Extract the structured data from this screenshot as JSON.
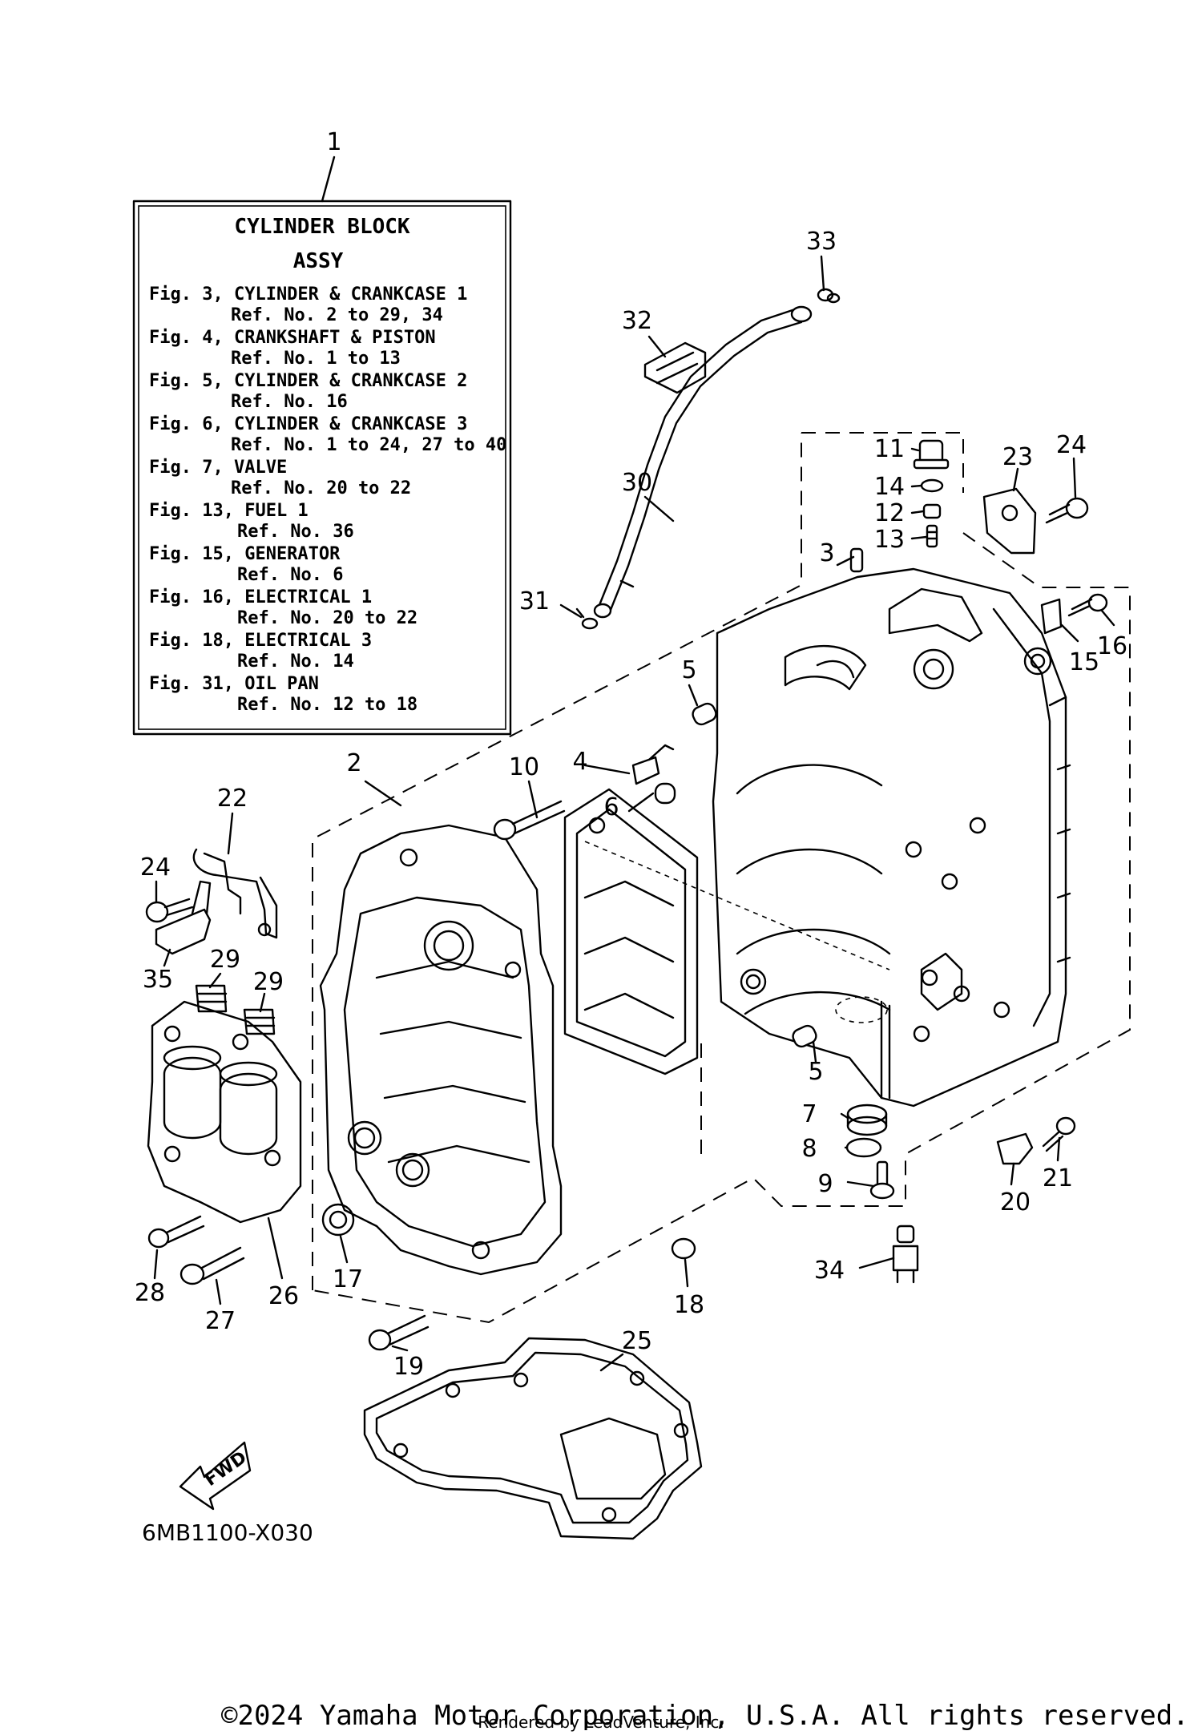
{
  "legend": {
    "title_line1": "CYLINDER BLOCK",
    "title_line2": "ASSY",
    "lines": [
      "Fig. 3, CYLINDER & CRANKCASE 1",
      "Ref. No. 2 to 29, 34",
      "Fig. 4, CRANKSHAFT & PISTON",
      "Ref. No. 1 to 13",
      "Fig. 5, CYLINDER & CRANKCASE 2",
      "Ref. No. 16",
      "Fig. 6, CYLINDER & CRANKCASE 3",
      "Ref. No. 1 to 24, 27 to 40",
      "Fig. 7, VALVE",
      "Ref. No. 20 to 22",
      "Fig. 13, FUEL 1",
      "Ref. No. 36",
      "Fig. 15, GENERATOR",
      "Ref. No. 6",
      "Fig. 16, ELECTRICAL 1",
      "Ref. No. 20 to 22",
      "Fig. 18, ELECTRICAL 3",
      "Ref. No. 14",
      "Fig. 31, OIL PAN",
      "Ref. No. 12 to 18"
    ]
  },
  "callouts": [
    "1",
    "2",
    "3",
    "4",
    "5",
    "5",
    "6",
    "7",
    "8",
    "9",
    "10",
    "11",
    "12",
    "13",
    "14",
    "15",
    "16",
    "17",
    "18",
    "19",
    "20",
    "21",
    "22",
    "23",
    "24",
    "24",
    "25",
    "26",
    "27",
    "28",
    "29",
    "29",
    "30",
    "31",
    "32",
    "33",
    "34",
    "35"
  ],
  "diagram_code": "6MB1100-X030",
  "fwd_label": "FWD",
  "copyright": "©2024 Yamaha Motor Corporation, U.S.A. All rights reserved.",
  "rendered_by": "Rendered by LeadVenture, Inc."
}
